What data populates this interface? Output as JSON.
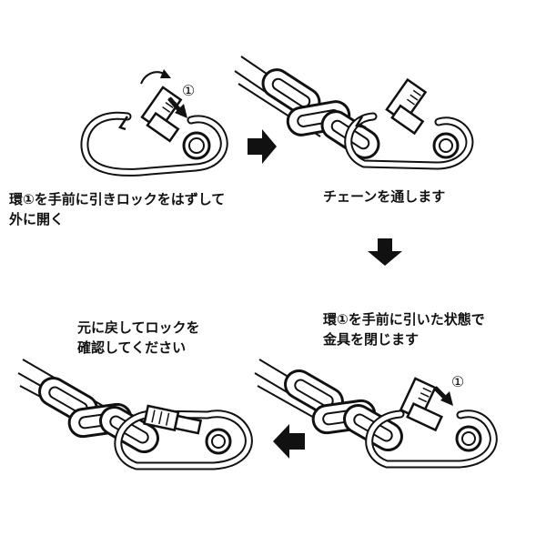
{
  "steps": [
    {
      "text": "環①を手前に引きロックをはずして\n外に開く"
    },
    {
      "text": "チェーンを通します"
    },
    {
      "text": "環①を手前に引いた状態で\n金具を閉じます"
    },
    {
      "text": "元に戻してロックを\n確認してください"
    }
  ],
  "markers": {
    "ring": "①"
  },
  "icons": [
    "arrow-right-icon",
    "arrow-down-icon",
    "arrow-left-icon",
    "carabiner-icon",
    "chain-icon"
  ],
  "colors": {
    "line": "#111111",
    "fill": "#ffffff",
    "arrow": "#111111"
  }
}
